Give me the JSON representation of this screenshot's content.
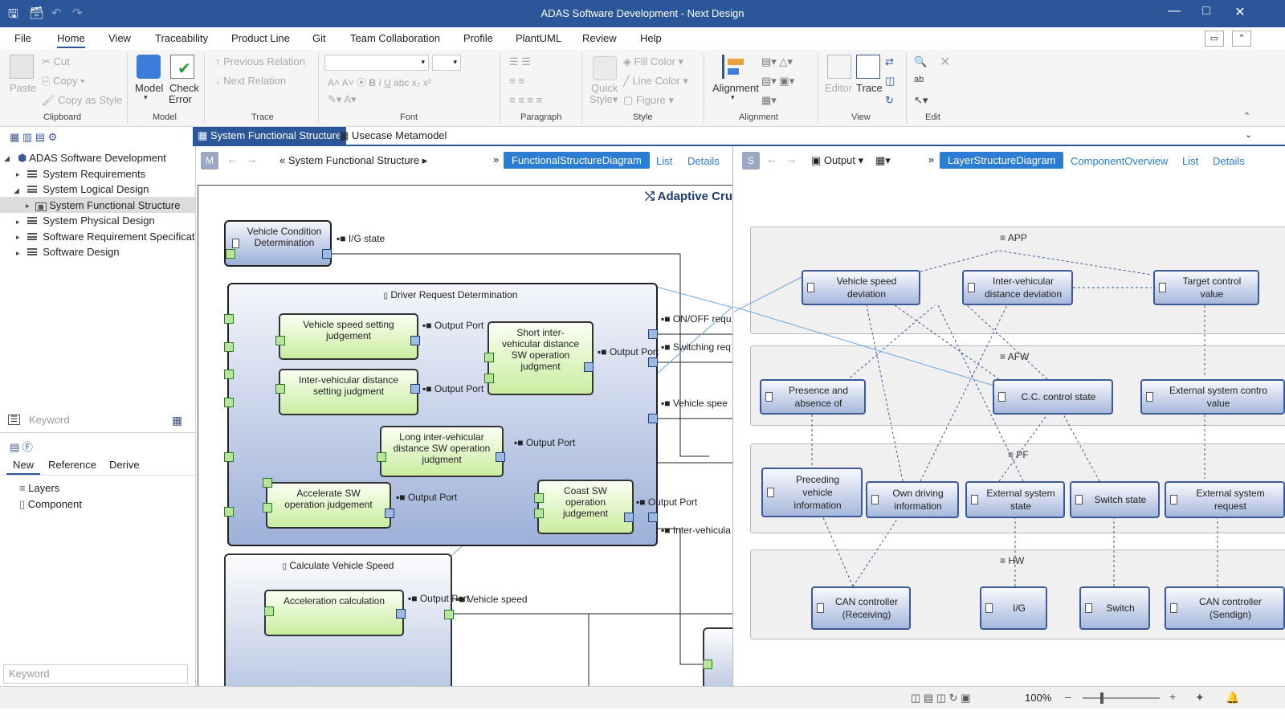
{
  "window": {
    "title": "ADAS Software Development - Next Design"
  },
  "menu": {
    "items": [
      "File",
      "Home",
      "View",
      "Traceability",
      "Product Line",
      "Git",
      "Team Collaboration",
      "Profile",
      "PlantUML",
      "Review",
      "Help"
    ]
  },
  "ribbon": {
    "clipboard": {
      "paste": "Paste",
      "cut": "Cut",
      "copy": "Copy",
      "copy_style": "Copy as Style",
      "group": "Clipboard"
    },
    "model": {
      "model": "Model",
      "check": "Check",
      "error": "Error",
      "group": "Model"
    },
    "trace": {
      "prev": "Previous Relation",
      "next": "Next Relation",
      "group": "Trace"
    },
    "font": {
      "group": "Font"
    },
    "paragraph": {
      "group": "Paragraph"
    },
    "style": {
      "quick": "Quick",
      "style": "Style",
      "fill": "Fill Color",
      "line": "Line Color",
      "figure": "Figure",
      "group": "Style"
    },
    "alignment": {
      "label": "Alignment",
      "group": "Alignment"
    },
    "view": {
      "editor": "Editor",
      "trace": "Trace",
      "group": "View"
    },
    "edit": {
      "group": "Edit"
    }
  },
  "tree": {
    "root": "ADAS Software Development",
    "items": [
      "System Requirements",
      "System Logical Design",
      "System Functional Structure",
      "System Physical Design",
      "Software Requirement Specificat",
      "Software Design"
    ]
  },
  "search": {
    "placeholder1": "Keyword",
    "placeholder2": "Keyword"
  },
  "lower_tabs": [
    "New",
    "Reference",
    "Derive"
  ],
  "lower_items": [
    "Layers",
    "Component"
  ],
  "doc_tabs": [
    "System Functional Structure",
    "Usecase Metamodel"
  ],
  "left_editor": {
    "nav_badge": "M",
    "breadcrumb": "System Functional Structure",
    "views": [
      "FunctionalStructureDiagram",
      "List",
      "Details"
    ],
    "diagram_title": "Adaptive Cru",
    "blocks": {
      "vcd": "Vehicle Condition\nDetermination",
      "drd": "Driver Request Determination",
      "vss": "Vehicle speed setting\njudgement",
      "ivd": "Inter-vehicular distance\nsetting judgment",
      "short": "Short inter-\nvehicular distance\nSW operation\njudgment",
      "long": "Long inter-vehicular\ndistance SW operation\njudgment",
      "acc": "Accelerate SW\noperation judgement",
      "coast": "Coast SW\noperation\njudgement",
      "cvs": "Calculate Vehicle Speed",
      "accc": "Acceleration calculation"
    },
    "ports": {
      "ig": "I/G state",
      "op": "Output Port",
      "onoff": "ON/OFF requ",
      "switching": "Switching req",
      "vspeed": "Vehicle spee",
      "inter": "Inter-vehicula",
      "vspeed2": "Vehicle speed"
    }
  },
  "right_editor": {
    "nav_badge": "S",
    "output": "Output",
    "views": [
      "LayerStructureDiagram",
      "ComponentOverview",
      "List",
      "Details"
    ],
    "layers": [
      "APP",
      "AFW",
      "PF",
      "HW"
    ],
    "components": {
      "app": [
        "Vehicle speed\ndeviation",
        "Inter-vehicular\ndistance deviation",
        "Target control\nvalue"
      ],
      "afw": [
        "Presence and\nabsence of",
        "C.C. control state",
        "External system contro\nvalue"
      ],
      "pf": [
        "Preceding\nvehicle\ninformation",
        "Own driving\ninformation",
        "External system\nstate",
        "Switch state",
        "External system\nrequest"
      ],
      "hw": [
        "CAN controller\n(Receiving)",
        "I/G",
        "Switch",
        "CAN controller\n(Sendign)"
      ]
    }
  },
  "status": {
    "zoom": "100%"
  }
}
